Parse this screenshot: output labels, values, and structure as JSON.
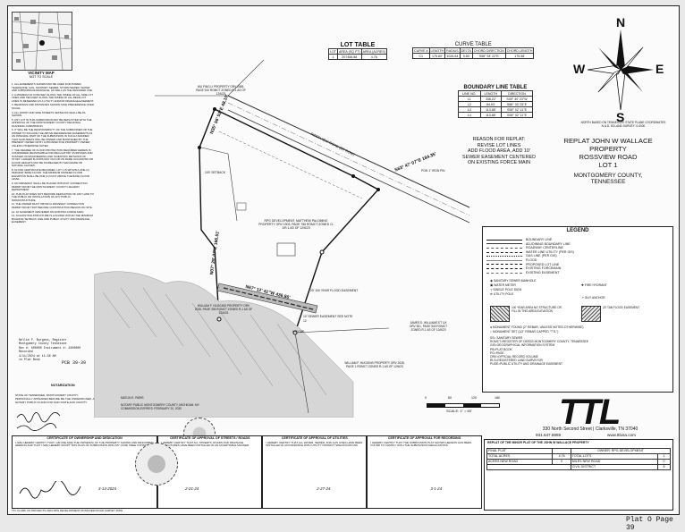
{
  "page_footer": "Plat O Page 39",
  "vicinity_map": {
    "title": "VICINITY MAP",
    "subtitle": "NOT TO SCALE"
  },
  "lot_table": {
    "title": "LOT TABLE",
    "headers": [
      "LOT",
      "AREA (SQ FT)",
      "AREA (ACRES)"
    ],
    "rows": [
      [
        "1",
        "207466.88",
        "4.76"
      ]
    ]
  },
  "curve_table": {
    "title": "CURVE TABLE",
    "headers": [
      "CURVE #",
      "LENGTH",
      "RADIUS",
      "DELTA",
      "CHORD DIRECTION",
      "CHORD LENGTH"
    ],
    "rows": [
      [
        "C1",
        "175.80'",
        "1026.84",
        "9.80",
        "S58° 54' 22\"E",
        "175.58'"
      ]
    ]
  },
  "boundary_table": {
    "title": "BOUNDARY LINE TABLE",
    "headers": [
      "LINE NO.",
      "LENGTH",
      "DIRECTION"
    ],
    "rows": [
      [
        "L1",
        "336.22'",
        "S39° 40' 23\"W"
      ],
      [
        "L2",
        "84.93'",
        "S66° 00' 25\"E"
      ],
      [
        "L3",
        "113.88'",
        "S56° 02' 11\"E"
      ],
      [
        "L4",
        "113.88'",
        "S56° 02' 11\"E"
      ]
    ]
  },
  "north_arrow": {
    "n": "N",
    "s": "S",
    "e": "E",
    "w": "W",
    "basis": "NORTH BASED ON TENNESSEE STATE PLANE COORDINATES N.A.D. 83 LAND SURVEY: 0-0000"
  },
  "reason": {
    "heading": "REASON FOR REPLAT:",
    "lines": [
      "REVISE LOT LINES",
      "ADD FLOOD AREA, ADD 10'",
      "SEWER EASEMENT CENTERED",
      "ON EXISTING FORCE MAIN"
    ]
  },
  "title_block": {
    "line1": "REPLAT JOHN W WALLACE PROPERTY",
    "line2": "ROSSVIEW ROAD",
    "line3": "LOT 1",
    "line4": "MONTGOMERY COUNTY,",
    "line5": "TENNESSEE"
  },
  "legend": {
    "title": "LEGEND",
    "items": [
      "BOUNDARY LINE",
      "ADJOINING BOUNDARY LINE",
      "ROADWAY CENTERLINE",
      "WATER LINE UTILITY (PER GIS)",
      "GAS LINE (PER GIS)",
      "FLOOD",
      "PROPOSED LOT LINE",
      "EXISTING FORCEMAIN",
      "EXISTING EASEMENT"
    ],
    "symbols": [
      "SANITARY SEWER MANHOLE",
      "WATER METER",
      "FIRE HYDRANT",
      "SINGLE POLE SIGN",
      "UTILITY POLE",
      "GUY ANCHOR"
    ],
    "zones": [
      "100 YEAR AREA NO STRUCTURE OR FILL IN THIS AREA ELEVATION",
      "20' TAB FLOOD EASEMENT"
    ],
    "monuments": [
      "MONUMENT FOUND (2\" REBAR, UNLESS NOTED OTHERWISE)",
      "MONUMENT SET (1/2\" REBAR CAPPED \"TTL\")"
    ],
    "abbrev": [
      "SS= SANITARY SEWER",
      "ROMCT=REGISTER OF DEEDS MONTGOMERY COUNTY, TENNESSEE",
      "GIS=GEOGRAPHICAL INFORMATION SYSTEM",
      "PB=PLAT BOOK",
      "PG=PAGE",
      "ORV=OFFICIAL RECORD VOLUME",
      "RLS=REGISTERED LAND SURVEYOR",
      "PUDE=PUBLIC UTILITY AND DRAINAGE EASEMENT"
    ]
  },
  "company": {
    "name": "TTL",
    "address": "330 North Second Street  |  Clarksville, TN 37040",
    "phone": "931.647.6959",
    "web": "www.ttlusa.com"
  },
  "scale": {
    "ticks": [
      "0",
      "60",
      "120",
      "180"
    ],
    "label": "SCALE: 1\" = 60'"
  },
  "plat_info": {
    "heading": "REPLAT OF THE MINOR PLAT OF THE JOHN W WALLACE PROPERTY",
    "final_plat_label": "FINAL PLAT",
    "final_plat_value": "",
    "total_acres_label": "TOTAL ACRES",
    "total_acres_value": "4.76",
    "total_lots_label": "TOTAL LOTS",
    "total_lots_value": "1",
    "acres_new_road_label": "ACRES NEW ROAD",
    "acres_new_road_value": "0",
    "miles_new_road_label": "MILES NEW ROAD",
    "miles_new_road_value": "0",
    "owner_label": "OWNER: RPG DEVELOPMENT",
    "civil_label": "CIVIL DISTRICT",
    "civil_value": "8"
  },
  "notes": [
    "1. ALL EASEMENTS SHOWN MAY BE USED FOR POWER, TELEPHONE, GAS, SANITARY SEWER, STORM SEWER, WATER AND SUBSURFACE DRAINAGE, AS WELL AS THE DESIGNED USE.",
    "2. A MINIMUM OF FIVE FEET ALONG THE INSIDE OF ALL SIDE LOT LINES AND TEN FEET ALONG THE INSIDE OF ALL REAR LOT LINES IS RESERVED AS A UTILITY AND/OR DRAINAGE EASEMENT.",
    "3. BEARINGS AND DISTANCES SHOWN TAKE PRECEDENCE OVER SCALE.",
    "4. ALL FRONT AND SIDE STREETS SETBACKS SHALL BE AS SHOWN.",
    "5. ANY LOT IN THIS SUBDIVISION MAY BE REPLATTED WITH THE APPROVAL OF THE MONTGOMERY COUNTY REGIONAL PLANNING COMMISSION.",
    "6. IT WILL BE THE RESPONSIBILITY OF THE SUBDIVIDER OR THE OWNER TO INCLUDE THE ABOVE REFERENCED EASEMENTS AS AN INTEGRAL PART OF THE SUBDIVISION IN SUCH A MANNER THAT SAID AREAS WILL BE OWNED AND MAINTAINED BY THE PRESENT OWNER OR BY A PROSPECTIVE PROPERTY OWNER UNLESS OTHERWISE NOTED.",
    "7. THE DEGREE OF FLOOD PROTECTION REQUIRED HEREIN IS CONSIDERED REASONABLE FOR REGULATORY PURPOSES AND IS BASED ON ENGINEERING AND SCIENTIFIC METHODS OF STUDY. LARGER FLOODS MAY OCCUR ON RARE OCCASIONS OR FLOOD HEIGHTS MAY BE INCREASED BY MAN-MADE OR NATURAL CAUSES.",
    "8. FLOOD CERTIFICATE REQUIRED. LOT 1 IS WITHIN A ONE (1) PERCENT BASE FLOOD. THE MINIMUM FINISHED FLOOR ELEVATION SHALL BE ONE (1) FOOT ABOVE THE BASE FLOOD LEVEL.",
    "9. NO DRIVEWAY SHALL BE PLACED WITHOUT CONNECTION PERMIT FROM THE MONTGOMERY COUNTY HIGHWAY DEPARTMENT.",
    "10. THIS PLAT DOES NOT REQUIRE DEDICATION OF ANY LAND TO THE PUBLIC OR INSTALLATION OF ANY PUBLIC INFRASTRUCTURE.",
    "11. THE OWNER MUST OBTAIN A DRIVEWAY CONNECTION PERMIT FROM TDOT BEFORE CONSTRUCTION BEGINS ON SITE.",
    "12. 10' EASEMENT CENTERED ON EXISTING FORCE MAIN.",
    "13. AN EXISTING STRUCTURE IS LOCATED WITHIN THE MINIMUM BUILDING SETBACK LINE AND PUBLIC UTILITY AND DRAINAGE EASEMENT."
  ],
  "recording_stamp": {
    "lines": [
      "Nellie F. Burgess, Register",
      "Montgomery County Tennessee",
      "Rec #: 000000  Instrument #: 2400000",
      "Recorded",
      "4/11/2024 at 11:36 AM",
      "in Plat Book",
      "PCB 39-39"
    ]
  },
  "notary": {
    "heading": "NOTARIZATION",
    "text": "STATE OF TENNESSEE, MONTGOMERY COUNTY. PERSONALLY APPEARED BEFORE ME THE UNDERSIGNED, A NOTARY PUBLIC IN AND FOR SAID STATE AND COUNTY.",
    "commission": "NOTARY PUBLIC MONTGOMERY COUNTY, MICHIGAN. MY COMMISSION EXPIRES: FEBRUARY 20, 2030",
    "name": "MATLIN E. PARIS"
  },
  "certificates": [
    {
      "title": "CERTIFICATE OF OWNERSHIP AND DEDICATION",
      "text": "I (WE) HEREBY CERTIFY THAT I AM (WE ARE) THE OWNER(S) OF THE PROPERTY SHOWN AND DESCRIBED HEREON AND THAT I (WE) HEREBY ADOPT THIS PLAN OF SUBDIVISION WITH MY (OUR) FREE CONSENT.",
      "date": "3-14-2024"
    },
    {
      "title": "CERTIFICATE OF APPROVAL OF STREETS / ROADS",
      "text": "I HEREBY CERTIFY THAT ALL STREETS, ROADS AND DRAINAGE STRUCTURES HAVE BEEN INSTALLED IN AN ACCEPTABLE MANNER.",
      "date": "2-21-24"
    },
    {
      "title": "CERTIFICATE OF APPROVAL OF UTILITIES",
      "text": "I HEREBY CERTIFY THAT ALL WATER, SEWER, AND GAS LINES HAVE BEEN INSTALLED IN ACCORDANCE WITH UTILITY DISTRICT SPECIFICATIONS.",
      "date": "2-27-24"
    },
    {
      "title": "CERTIFICATE OF APPROVAL FOR RECORDING",
      "text": "I HEREBY CERTIFY THAT THE SUBDIVISION PLAT SHOWN HEREON HAS BEEN FOUND TO COMPLY WITH THE SUBDIVISION REGULATIONS.",
      "date": "3-1-24"
    }
  ],
  "survey_footer": "TTL CLARK CO PROJECTS 2023 RPG DEVELOPMENT ROSSVIEW ROAD SURVEY DWG",
  "map_labels": {
    "adj_north": "WU FING LI PROPERTY ORV 2085, PAGE 910 ROMCT ZONED R-1 AS OF 12/6/23",
    "adj_south": "WILLIAM F. HUGGINS PROPERTY ORV 2028, PAGE 305 ROMCT ZONED R-1 AS OF 12/6/23",
    "adj_south2": "WILLIAM F. HUGGINS PROPERTY ORV 2028, PAGE 1 ROMCT ZONED R-1 AS OF 12/6/23",
    "adj_east": "JAMES D. WILLIAMS ET UX ORV 501, PAGE 540 ROMCT ZONED R-1 AS OF 12/6/23",
    "owner": "RPG DEVELOPMENT, MATTHEW PALOMINO PROPERTY ORV 1903, PAGE 756 ROMCT ZONED O-1/R-1 AS OF 12/6/23",
    "road": "ROSSVIEW ROAD (80' ROW)",
    "bearing_east": "S63° 47' 07\"E  184.35'",
    "bearing_west": "N07° 29' 07\"E  166.51'",
    "bearing_nw": "N35° 56' 53\"E  48.10'",
    "bearing_south": "N67° 12' 41\"W  436.86'",
    "easement_10": "10' SEWER EASEMENT SEE NOTE 12",
    "flood_easement": "20' 100 YEAR FLOOD EASEMENT",
    "setback": "100' SETBACK",
    "pob": "POB: 1\" IRON PIN",
    "cap": "1/2\" CAP"
  }
}
